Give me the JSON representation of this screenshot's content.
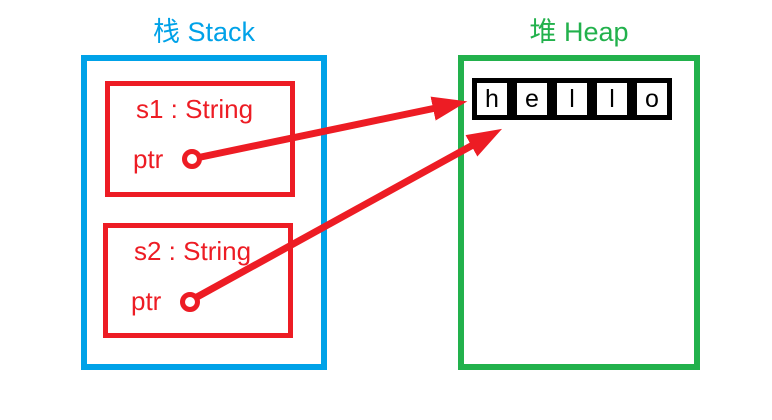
{
  "diagram": {
    "stack": {
      "title": "栈 Stack",
      "frames": [
        {
          "name": "s1 : String",
          "field": "ptr"
        },
        {
          "name": "s2 : String",
          "field": "ptr"
        }
      ]
    },
    "heap": {
      "title": "堆 Heap",
      "string_cells": [
        "h",
        "e",
        "l",
        "l",
        "o"
      ]
    },
    "arrows": [
      {
        "from": "s1.ptr",
        "to": "heap-string-hello"
      },
      {
        "from": "s2.ptr",
        "to": "heap-string-hello"
      }
    ],
    "colors": {
      "stack-blue": "#00A2E8",
      "heap-green": "#22B14C",
      "pointer-red": "#ED1C24",
      "cell-black": "#000000"
    }
  }
}
